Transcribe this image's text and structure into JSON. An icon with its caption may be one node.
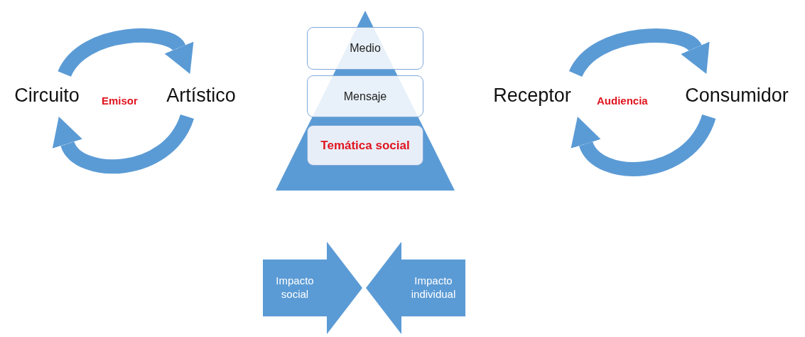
{
  "diagram": {
    "nodes": [
      {
        "text": [
          "Circuito"
        ]
      },
      {
        "text": [
          "Artístico"
        ]
      },
      {
        "text": [],
        "shape": "triangle"
      },
      {
        "text": [
          "Medio"
        ],
        "in": 2
      },
      {
        "text": [
          "Mensaje"
        ],
        "in": 2
      },
      {
        "text": [
          "Temática social"
        ],
        "in": 2
      },
      {
        "text": [
          "Receptor"
        ]
      },
      {
        "text": [
          "Consumidor"
        ]
      },
      {
        "text": [
          "Impacto social"
        ]
      },
      {
        "text": [
          "Impacto individual"
        ]
      }
    ],
    "edges": [
      {
        "from": 0,
        "to": 1,
        "arrow": "to"
      },
      {
        "from": 1,
        "to": 0,
        "arrow": "to"
      },
      {
        "from": 6,
        "to": 7,
        "arrow": "to"
      },
      {
        "from": 7,
        "to": 6,
        "arrow": "to"
      }
    ],
    "labels": [
      "Emisor",
      "Audiencia"
    ]
  }
}
